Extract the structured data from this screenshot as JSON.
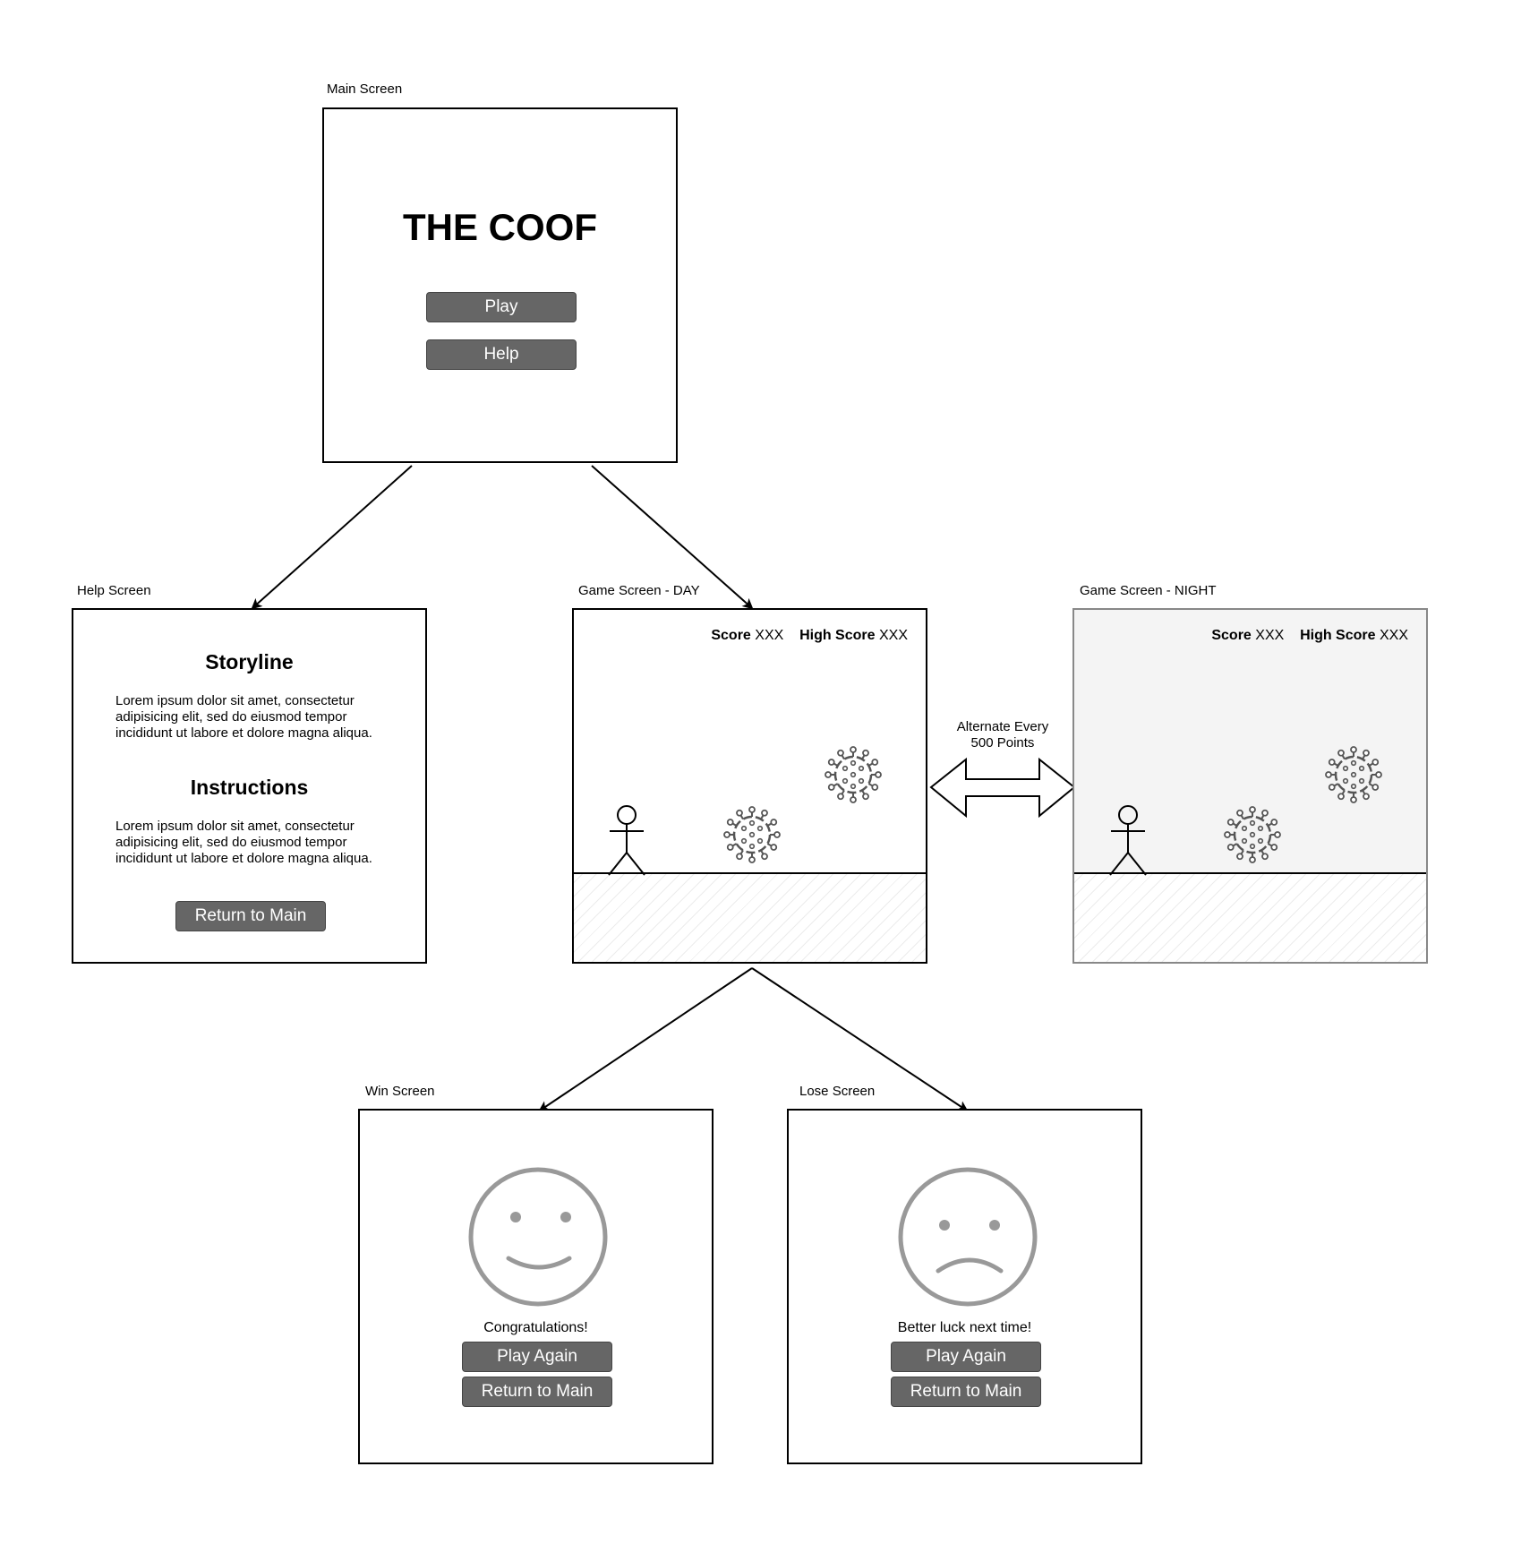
{
  "main": {
    "label": "Main Screen",
    "title": "THE COOF",
    "play_label": "Play",
    "help_label": "Help"
  },
  "help": {
    "label": "Help Screen",
    "storyline_heading": "Storyline",
    "storyline_text": "Lorem ipsum dolor sit amet, consectetur adipisicing elit, sed do eiusmod tempor incididunt ut labore et dolore magna aliqua.",
    "instructions_heading": "Instructions",
    "instructions_text": "Lorem ipsum dolor sit amet, consectetur adipisicing elit, sed do eiusmod tempor incididunt ut labore et dolore magna aliqua.",
    "return_label": "Return to Main"
  },
  "game_day": {
    "label": "Game Screen - DAY",
    "score_label": "Score",
    "score_value": "XXX",
    "high_score_label": "High Score",
    "high_score_value": "XXX"
  },
  "game_night": {
    "label": "Game Screen - NIGHT",
    "score_label": "Score",
    "score_value": "XXX",
    "high_score_label": "High Score",
    "high_score_value": "XXX"
  },
  "alternate": {
    "line1": "Alternate Every",
    "line2": "500 Points"
  },
  "win": {
    "label": "Win Screen",
    "message": "Congratulations!",
    "play_again_label": "Play Again",
    "return_label": "Return to Main"
  },
  "lose": {
    "label": "Lose Screen",
    "message": "Better luck next time!",
    "play_again_label": "Play Again",
    "return_label": "Return to Main"
  },
  "colors": {
    "button_fill": "#666666",
    "night_background": "#f4f4f4",
    "face_stroke": "#999999",
    "virus_stroke": "#555555"
  },
  "icons": [
    "stick-figure-icon",
    "virus-icon",
    "smiley-face-icon",
    "sad-face-icon",
    "double-arrow-icon"
  ]
}
